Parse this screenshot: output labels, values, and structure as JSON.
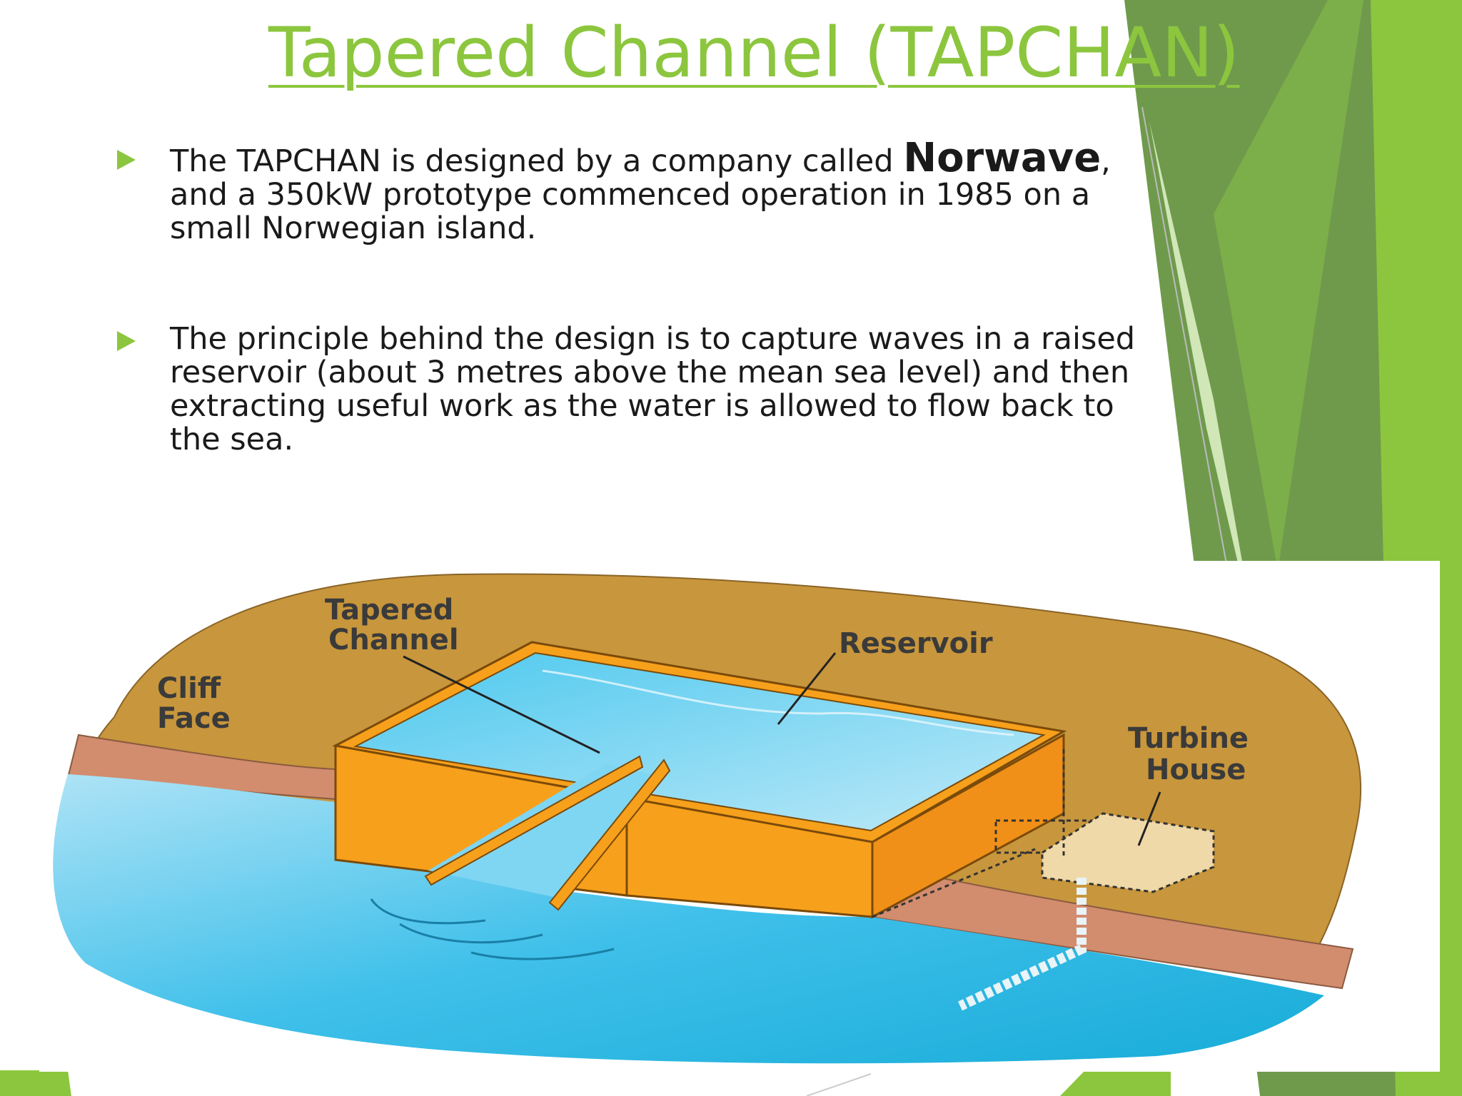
{
  "slide": {
    "title": "Tapered Channel (TAPCHAN)",
    "bullets": [
      {
        "pre": "The TAPCHAN is designed by a company called ",
        "emphasis": "Norwave",
        "post": ", and a 350kW prototype commenced operation in 1985 on a small Norwegian island."
      },
      {
        "text": "The principle behind the design is to capture waves in a raised reservoir (about 3 metres above the mean sea level) and then extracting useful work as the water is allowed to flow back to the sea."
      }
    ]
  },
  "diagram": {
    "labels": {
      "tapered_channel_line1": "Tapered",
      "tapered_channel_line2": "Channel",
      "reservoir": "Reservoir",
      "cliff_line1": "Cliff",
      "cliff_line2": "Face",
      "turbine_line1": "Turbine",
      "turbine_line2": "House"
    }
  },
  "colors": {
    "accent_green": "#8cc63e",
    "dark_green": "#6f9a4c",
    "land": "#c8963c",
    "cliff": "#d28c6e",
    "sea": "#29b8e6",
    "reservoir_wall": "#f7a01c",
    "turbine_house": "#f0d9a8"
  }
}
